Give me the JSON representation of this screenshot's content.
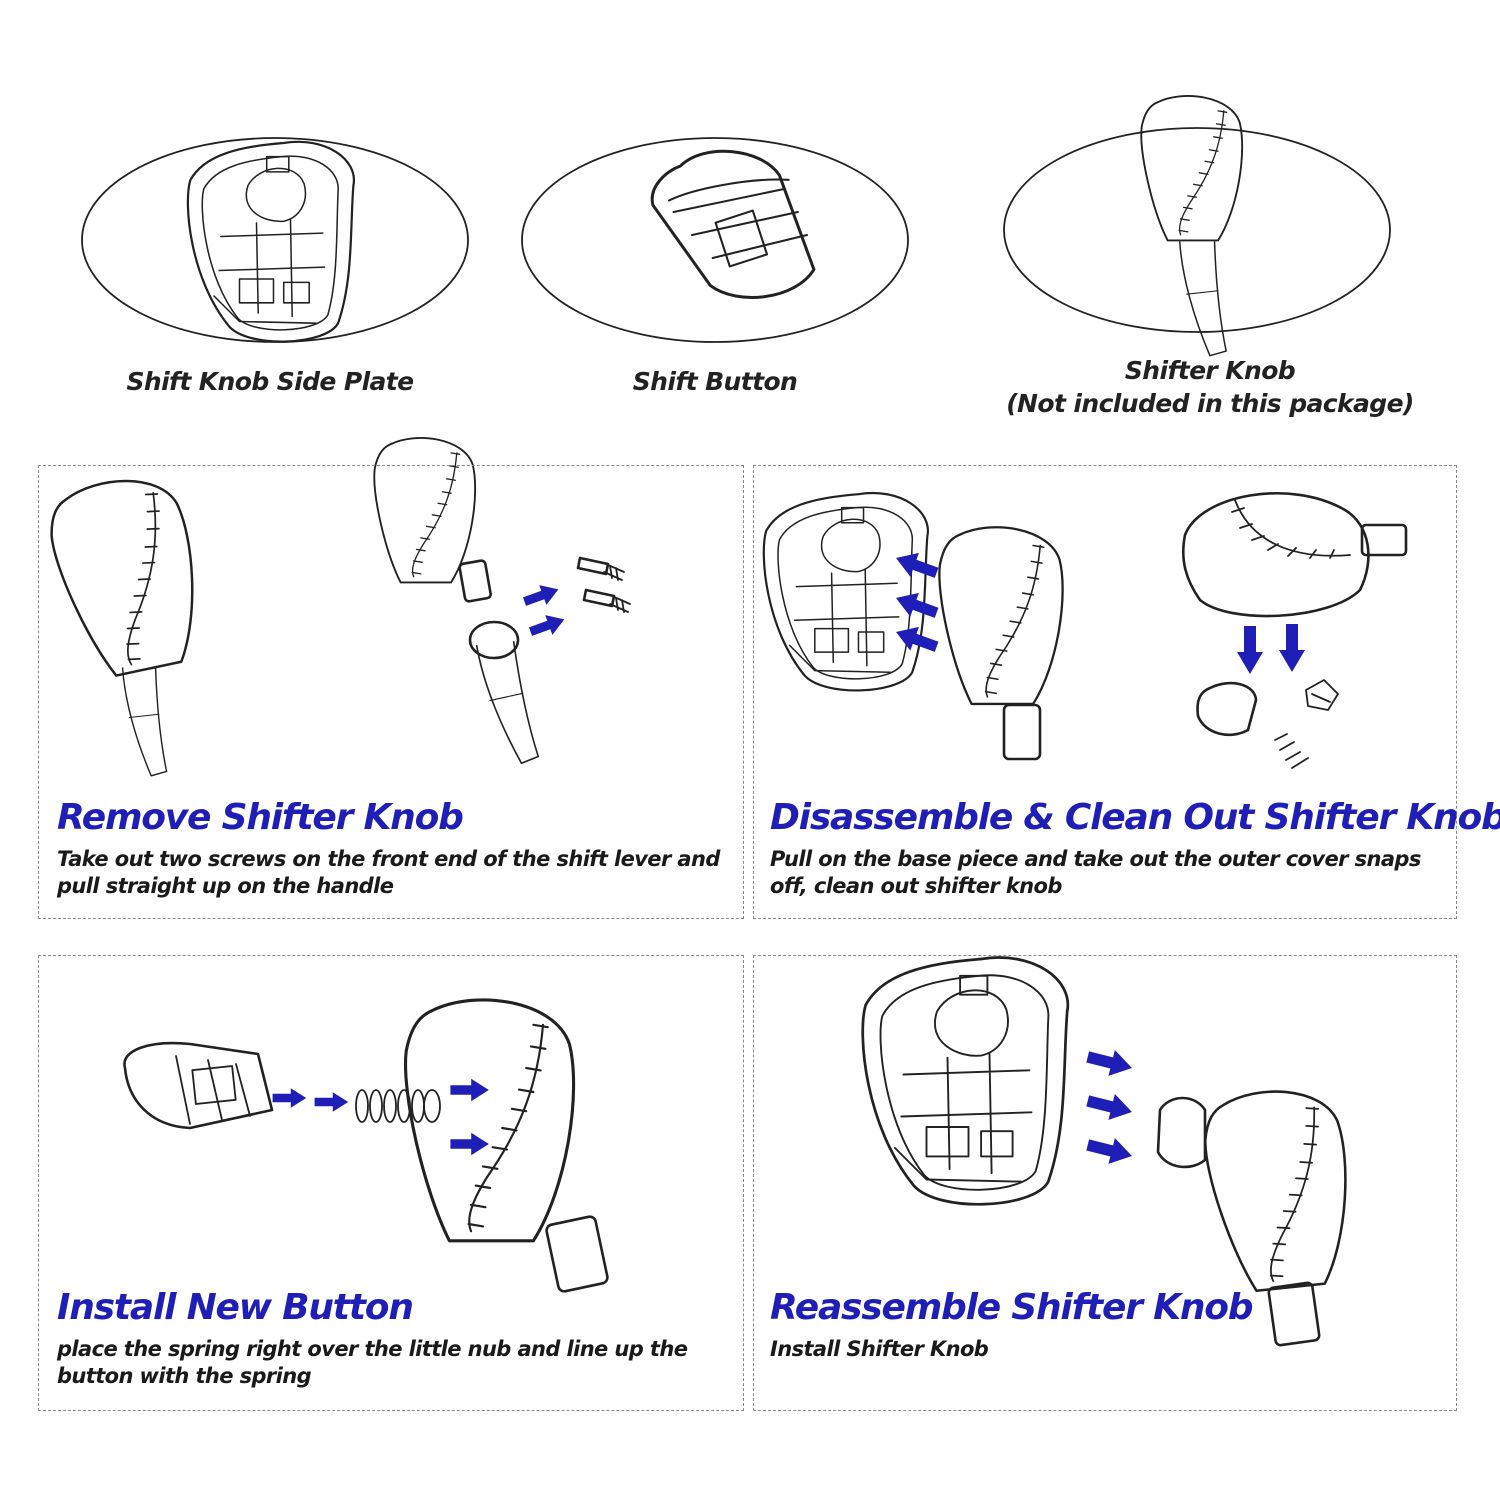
{
  "colors": {
    "accent_blue": "#1f1fb8",
    "text": "#222222",
    "border": "#8a8a8a"
  },
  "parts": [
    {
      "label": "Shift Knob Side Plate"
    },
    {
      "label": "Shift Button"
    },
    {
      "label": "Shifter Knob",
      "note": "(Not included in this package)"
    }
  ],
  "steps": [
    {
      "title": "Remove Shifter Knob",
      "description": "Take out two screws on the front end of the shift lever and pull straight up on the handle"
    },
    {
      "title": "Disassemble & Clean Out Shifter Knob",
      "description": "Pull on the base piece and take out the outer cover snaps off, clean out shifter knob"
    },
    {
      "title": "Install New Button",
      "description": "place the spring right over the little nub and line up the button with the spring"
    },
    {
      "title": "Reassemble Shifter Knob",
      "description": "Install Shifter Knob"
    }
  ]
}
